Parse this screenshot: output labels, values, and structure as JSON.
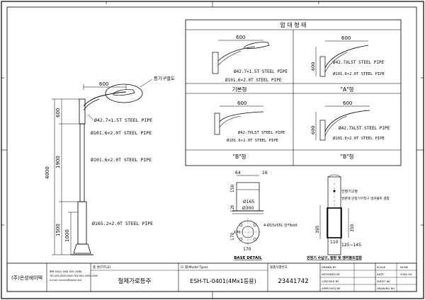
{
  "arm_table": {
    "title": "암 대 형 태",
    "panels": [
      {
        "caption": "기본형",
        "dim_w": "600",
        "dim_h": "",
        "pipe_label": "Ø42.7×1.5T STEEL PIPE",
        "base_label": "Ø101.6×2.0T STEEL PIPE"
      },
      {
        "caption": "\"A\"형",
        "dim_w": "600",
        "dim_h": "600",
        "pipe_label": "Ø42.7XL5T STEEL PIPE",
        "base_label": "Ø101.6×2.0T STEEL PIPE"
      },
      {
        "caption": "\"B\"형",
        "dim_w": "600",
        "dim_h": "",
        "pipe_label": "Ø42.7XL5T STEEL PIPE",
        "base_label": "Ø101.6×2.0T STEEL PIPE"
      },
      {
        "caption": "\"B\"형",
        "dim_w": "600",
        "dim_h": "600",
        "pipe_label": "Ø42.7XL5T STEEL PIPE",
        "base_label": "Ø101.6×2.0T STEEL PIPE"
      }
    ]
  },
  "elevation": {
    "arm_width": "600",
    "lamp_label": "등기구별도",
    "arm_pipe": "Ø42.7×1.5T STEEL PIPE",
    "top_pipe": "Ø101.6×2.0T STEEL PIPE",
    "mid_pipe": "Ø101.6×2.0T STEEL PIPE",
    "base_pipe": "Ø165.2×2.0T STEEL PIPE",
    "dims": {
      "d600": "600",
      "d1900": "1900",
      "d1500": "1500",
      "d4000": "4000",
      "d1000": "1000"
    }
  },
  "base_detail": {
    "label": "BASE DETAIL",
    "d64": "64",
    "d16": "16",
    "d150": "150",
    "d165": "Ø165",
    "d300": "Ø300",
    "d170": "170",
    "d12t": "12t",
    "bolt": "4-Ø15x55L 앙카bolt",
    "d170b": "170",
    "d170c": "170"
  },
  "door_detail": {
    "label": "안정기 수납구, 발판 및 앵커볼트접합",
    "pad_label": "안정기고정",
    "box_label": "발판제 안정기부착구 앵커볼트 결합",
    "d3954": "395",
    "d350": "350",
    "d110": "110",
    "d125": "125~145"
  },
  "title_block": {
    "company": "(주)은성에이텍",
    "address_lines": [
      "충북 XXX시 XX로 XXX (XX동)",
      "TEL:000-0000-0000 FAX:000-0000-0000",
      "e-mail: xxxxxx@xxxxx.xxx"
    ],
    "name_header": "품 명(TITLE)",
    "name": "철제가로등주",
    "model_header": "모 델(Model Type)",
    "model": "ESH-TL-0401(4Mx1등용)",
    "reg_header": "물품식별번호",
    "reg": "23441742",
    "rows": [
      "DRAWN BY",
      "DESIGNED BY",
      "CHECKED BY",
      "APPROVED BY"
    ],
    "right_rows": [
      "SCALE",
      "DATE",
      "SHEET NO",
      "DRAWING NO"
    ],
    "right_vals": [
      "NONE",
      "20XX.XX",
      "",
      ""
    ]
  }
}
